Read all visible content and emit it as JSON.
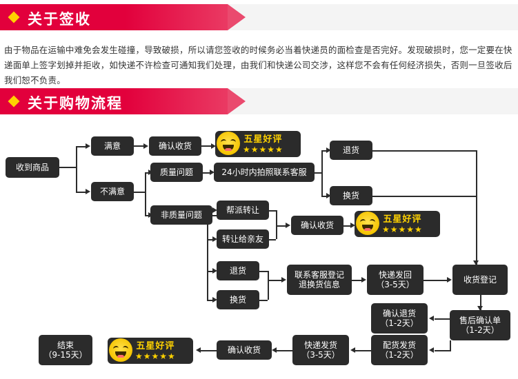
{
  "sections": [
    {
      "title": "关于签收",
      "paragraph": "由于物品在运输中难免会发生碰撞，导致破损，所以请您签收的时候务必当着快递员的面检查是否完好。发现破损时，您一定要在快递面单上签字划掉并拒收，如快递不许检查可通知我们处理，由我们和快递公司交涉，这样您不会有任何经济损失，否则一旦签收后我们恕不负责。"
    },
    {
      "title": "关于购物流程"
    }
  ],
  "praise": {
    "word": "五星好评",
    "stars": "★★★★★",
    "icon": "smiley-face-icon"
  },
  "flow": {
    "nodes": {
      "start": "收到商品",
      "satisfied": "满意",
      "unsatisfied": "不满意",
      "confirm_receipt_1": "确认收货",
      "quality_issue": "质量问题",
      "non_quality_issue": "非质量问题",
      "photo_service": "24小时内拍照联系客服",
      "return_goods_1": "退货",
      "exchange_goods_1": "换货",
      "gang_transfer": "帮派转让",
      "transfer_friend": "转让给亲友",
      "confirm_receipt_2": "确认收货",
      "return_goods_2": "退货",
      "exchange_goods_2": "换货",
      "contact_service_register": "联系客服登记\n退换货信息",
      "contact_service_register_l1": "联系客服登记",
      "contact_service_register_l2": "退换货信息",
      "express_send_back_l1": "快递发回",
      "express_send_back_l2": "（3-5天）",
      "receive_register": "收货登记",
      "confirm_return_l1": "确认退货",
      "confirm_return_l2": "（1-2天）",
      "after_sale_confirm_l1": "售后确认单",
      "after_sale_confirm_l2": "（1-2天）",
      "ship_goods_l1": "配货发货",
      "ship_goods_l2": "（1-2天）",
      "express_deliver_l1": "快递发货",
      "express_deliver_l2": "（3-5天）",
      "confirm_receipt_3": "确认收货",
      "end_l1": "结束",
      "end_l2": "（9-15天）"
    }
  },
  "colors": {
    "header_red": "#e2003c",
    "header_yellow": "#ffd200",
    "node_dark": "#2b2b2b",
    "page_bg": "#ffffff"
  }
}
